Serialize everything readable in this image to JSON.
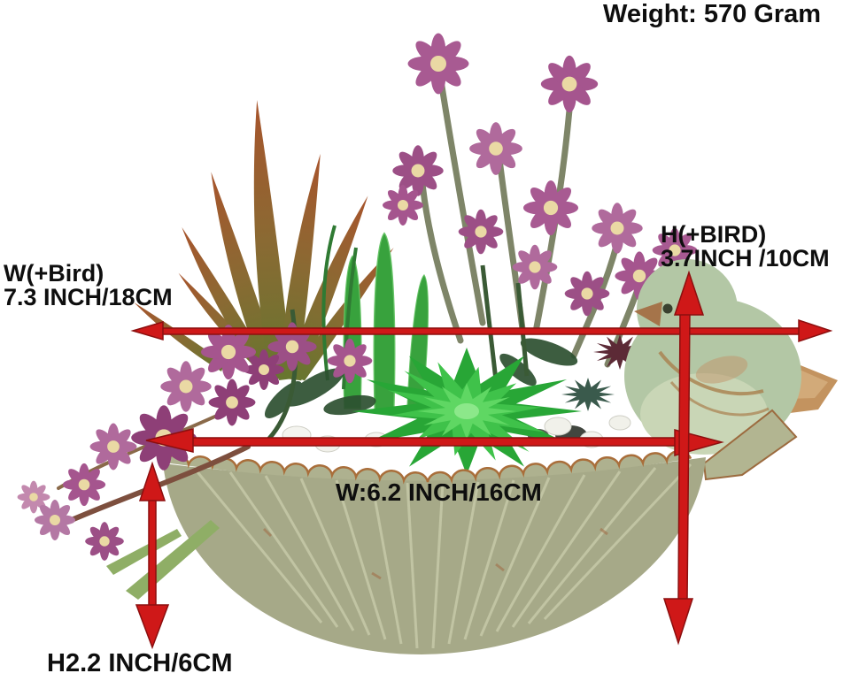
{
  "labels": {
    "weight": "Weight: 570 Gram",
    "width_with_bird_title": "W(+Bird)",
    "width_with_bird_value": "7.3 INCH/18CM",
    "height_with_bird_title": "H(+BIRD)",
    "height_with_bird_value": "3.7INCH /10CM",
    "bowl_width": "W:6.2 INCH/16CM",
    "bowl_height": "H2.2 INCH/6CM"
  },
  "colors": {
    "background": "#ffffff",
    "arrow": "#cf1818",
    "arrow_outline": "#8c0f0f",
    "text": "#0e0e0e",
    "pot": "#a6a988",
    "pot_rib": "#c6c9a8",
    "pot_rim_trim": "#a96e3a",
    "bird": "#b3c7a5",
    "bird_beak": "#a5744a",
    "echeveria": "#28a636",
    "flower_purple": "#a5558e",
    "aloe_tip": "#a8542c",
    "cactus": "#38a23d"
  },
  "scene": {
    "subject": "Artificial succulent arrangement in a ribbed green ceramic bowl planter with a ceramic bird on the rim"
  }
}
